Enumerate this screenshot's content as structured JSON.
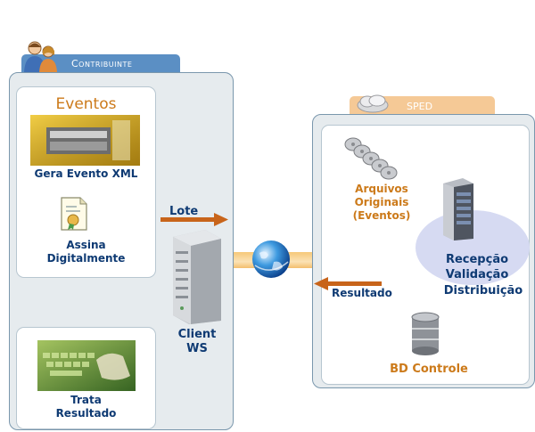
{
  "diagram": {
    "contribuinte_tab": "Contribuinte",
    "eventos_title": "Eventos",
    "gera_evento": "Gera Evento XML",
    "assina_line1": "Assina",
    "assina_line2": "Digitalmente",
    "trata_line1": "Trata",
    "trata_line2": "Resultado",
    "lote": "Lote",
    "resultado": "Resultado",
    "client_line1": "Client",
    "client_line2": "WS",
    "sped_tab": "SPED",
    "arquivos_line1": "Arquivos",
    "arquivos_line2": "Originais",
    "arquivos_line3": "(Eventos)",
    "recepcao": "Recepção",
    "validacao": "Validação",
    "distribuicao": "Distribuição",
    "bd_controle": "BD Controle"
  },
  "colors": {
    "panel_border": "#7a97ad",
    "contribuinte_tab": "#5b8fc4",
    "sped_tab": "#f5c996",
    "arrow": "#c8641a",
    "label_blue": "#0e3a73",
    "label_orange": "#cc7a1a"
  },
  "icons": [
    "users-icon",
    "xml-file-icon",
    "certificate-icon",
    "keyboard-icon",
    "server-icon",
    "globe-icon",
    "disks-icon",
    "database-icon",
    "cloud-icon"
  ]
}
